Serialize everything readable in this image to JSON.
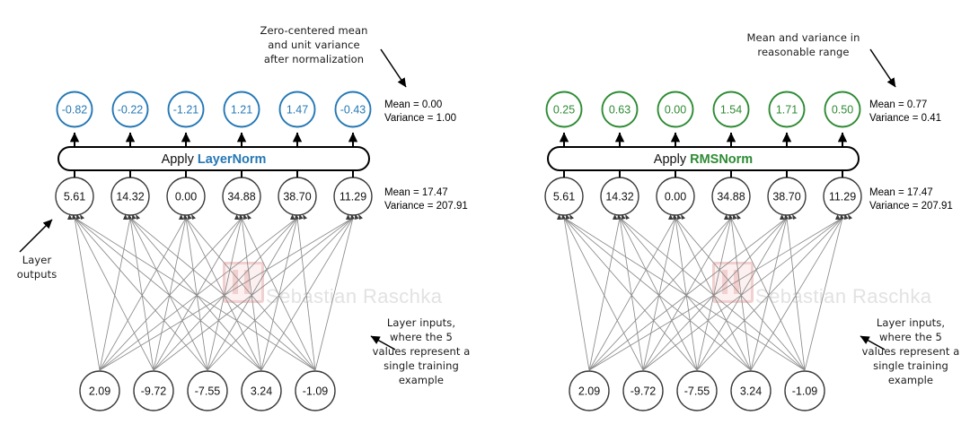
{
  "figure": {
    "title": "LayerNorm vs RMSNorm comparison diagram",
    "colors": {
      "layernorm_accent": "#2578b5",
      "rmsnorm_accent": "#2e8b34",
      "node_stroke": "#3a3a3a",
      "edge_stroke": "#8a8a8a",
      "text": "#1a1a1a",
      "watermark": "#e2e2e2",
      "watermark_logo": "#f3cfcf"
    }
  },
  "watermark": {
    "text": "Sebastian Raschka",
    "logo_name": "sr-logo"
  },
  "panels": [
    {
      "id": "layernorm",
      "accent": "#2578b5",
      "annotation_top": "Zero-centered mean\nand unit variance\nafter normalization",
      "apply_prefix": "Apply ",
      "apply_method": "LayerNorm",
      "output_values": [
        "-0.82",
        "-0.22",
        "-1.21",
        "1.21",
        "1.47",
        "-0.43"
      ],
      "output_stats": "Mean = 0.00\nVariance = 1.00",
      "hidden_values": [
        "5.61",
        "14.32",
        "0.00",
        "34.88",
        "38.70",
        "11.29"
      ],
      "hidden_stats": "Mean = 17.47\nVariance = 207.91",
      "input_values": [
        "2.09",
        "-9.72",
        "-7.55",
        "3.24",
        "-1.09"
      ],
      "label_layer_outputs": "Layer\noutputs",
      "annotation_bottom": "Layer inputs,\nwhere the 5\nvalues represent a\nsingle training\nexample"
    },
    {
      "id": "rmsnorm",
      "accent": "#2e8b34",
      "annotation_top": "Mean and variance in\nreasonable range",
      "apply_prefix": "Apply ",
      "apply_method": "RMSNorm",
      "output_values": [
        "0.25",
        "0.63",
        "0.00",
        "1.54",
        "1.71",
        "0.50"
      ],
      "output_stats": "Mean = 0.77\nVariance = 0.41",
      "hidden_values": [
        "5.61",
        "14.32",
        "0.00",
        "34.88",
        "38.70",
        "11.29"
      ],
      "hidden_stats": "Mean = 17.47\nVariance = 207.91",
      "input_values": [
        "2.09",
        "-9.72",
        "-7.55",
        "3.24",
        "-1.09"
      ],
      "label_layer_outputs": "",
      "annotation_bottom": "Layer inputs,\nwhere the 5\nvalues represent a\nsingle training\nexample"
    }
  ]
}
